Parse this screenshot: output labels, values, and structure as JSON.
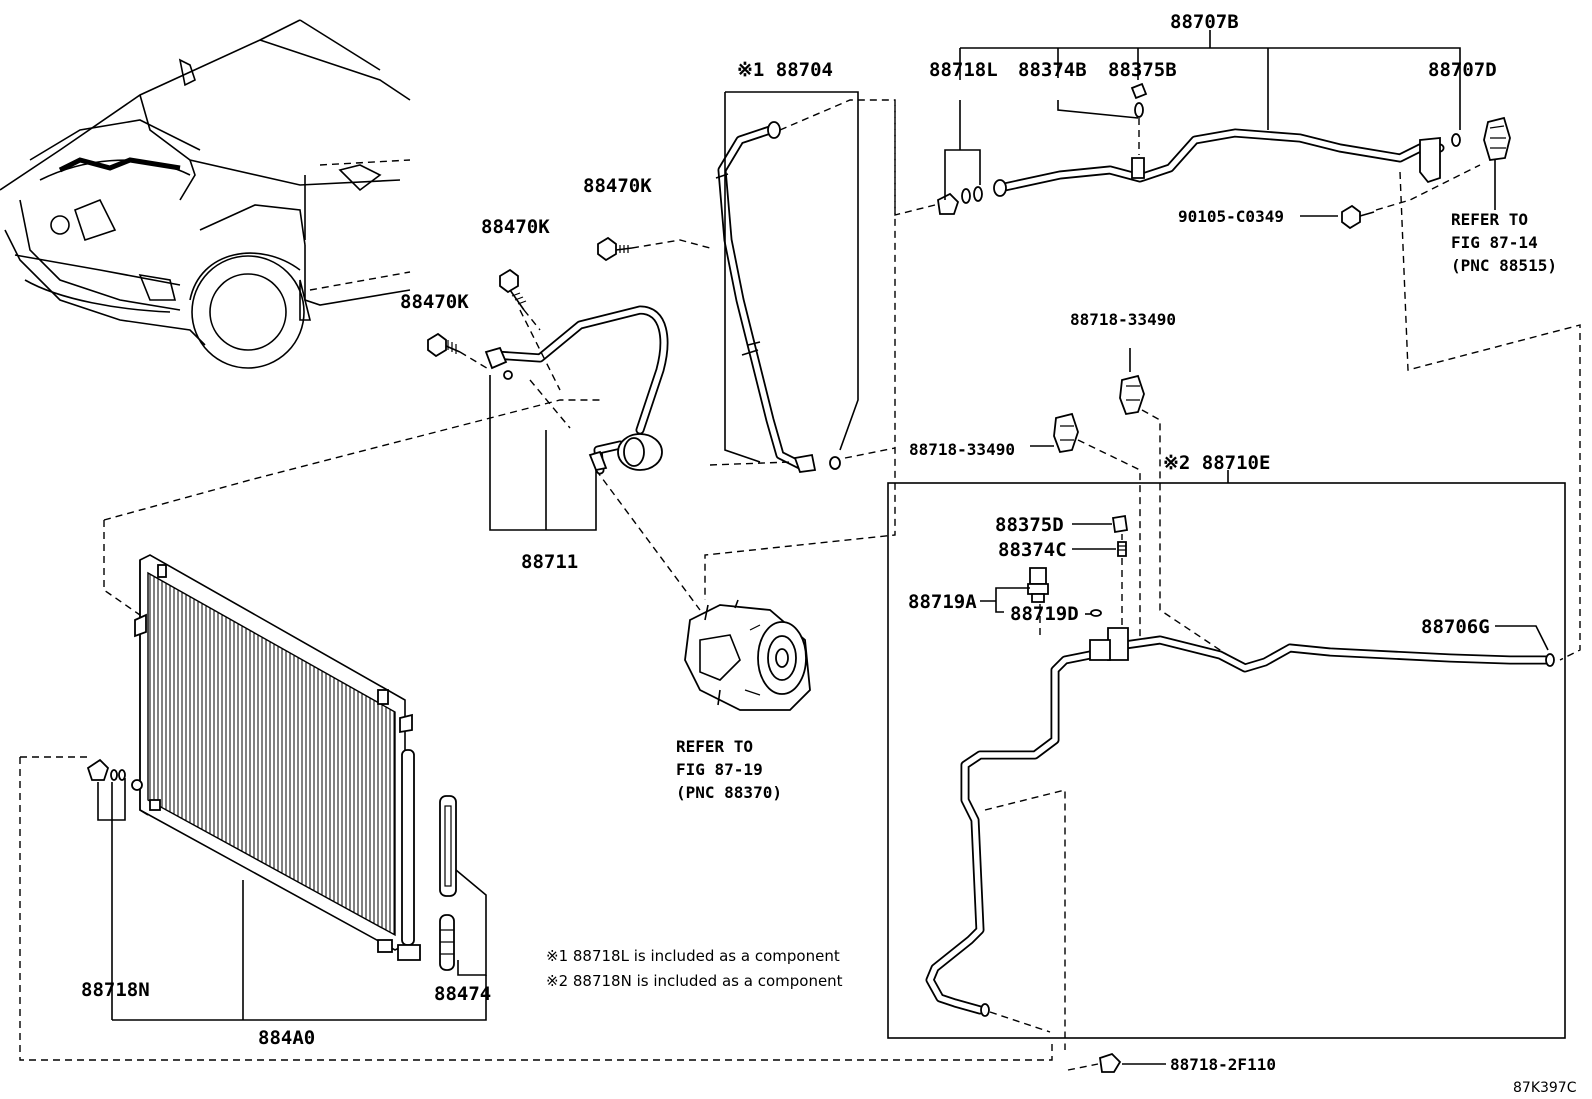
{
  "labels": {
    "p88707b": "88707B",
    "p88718l": "88718L",
    "p88374b": "88374B",
    "p88375b": "88375B",
    "p88707d": "88707D",
    "p88704": "※1 88704",
    "p88470k": "88470K",
    "p90105_c0349": "90105-C0349",
    "p88718_33490": "88718-33490",
    "p88710e": "※2 88710E",
    "p88375d": "88375D",
    "p88374c": "88374C",
    "p88719a": "88719A",
    "p88719d": "88719D",
    "p88706g": "88706G",
    "p88711": "88711",
    "p88718n": "88718N",
    "p88474": "88474",
    "p884a0": "884A0",
    "p88718_2f110": "88718-2F110"
  },
  "refer": {
    "pnc88515": {
      "line1": "REFER TO",
      "line2": "FIG 87-14",
      "line3": "(PNC 88515)"
    },
    "pnc88370": {
      "line1": "REFER TO",
      "line2": "FIG 87-19",
      "line3": "(PNC 88370)"
    }
  },
  "notes": [
    "※1 88718L is included as a component",
    "※2 88718N is included as a component"
  ],
  "figure_code": "87K397C"
}
